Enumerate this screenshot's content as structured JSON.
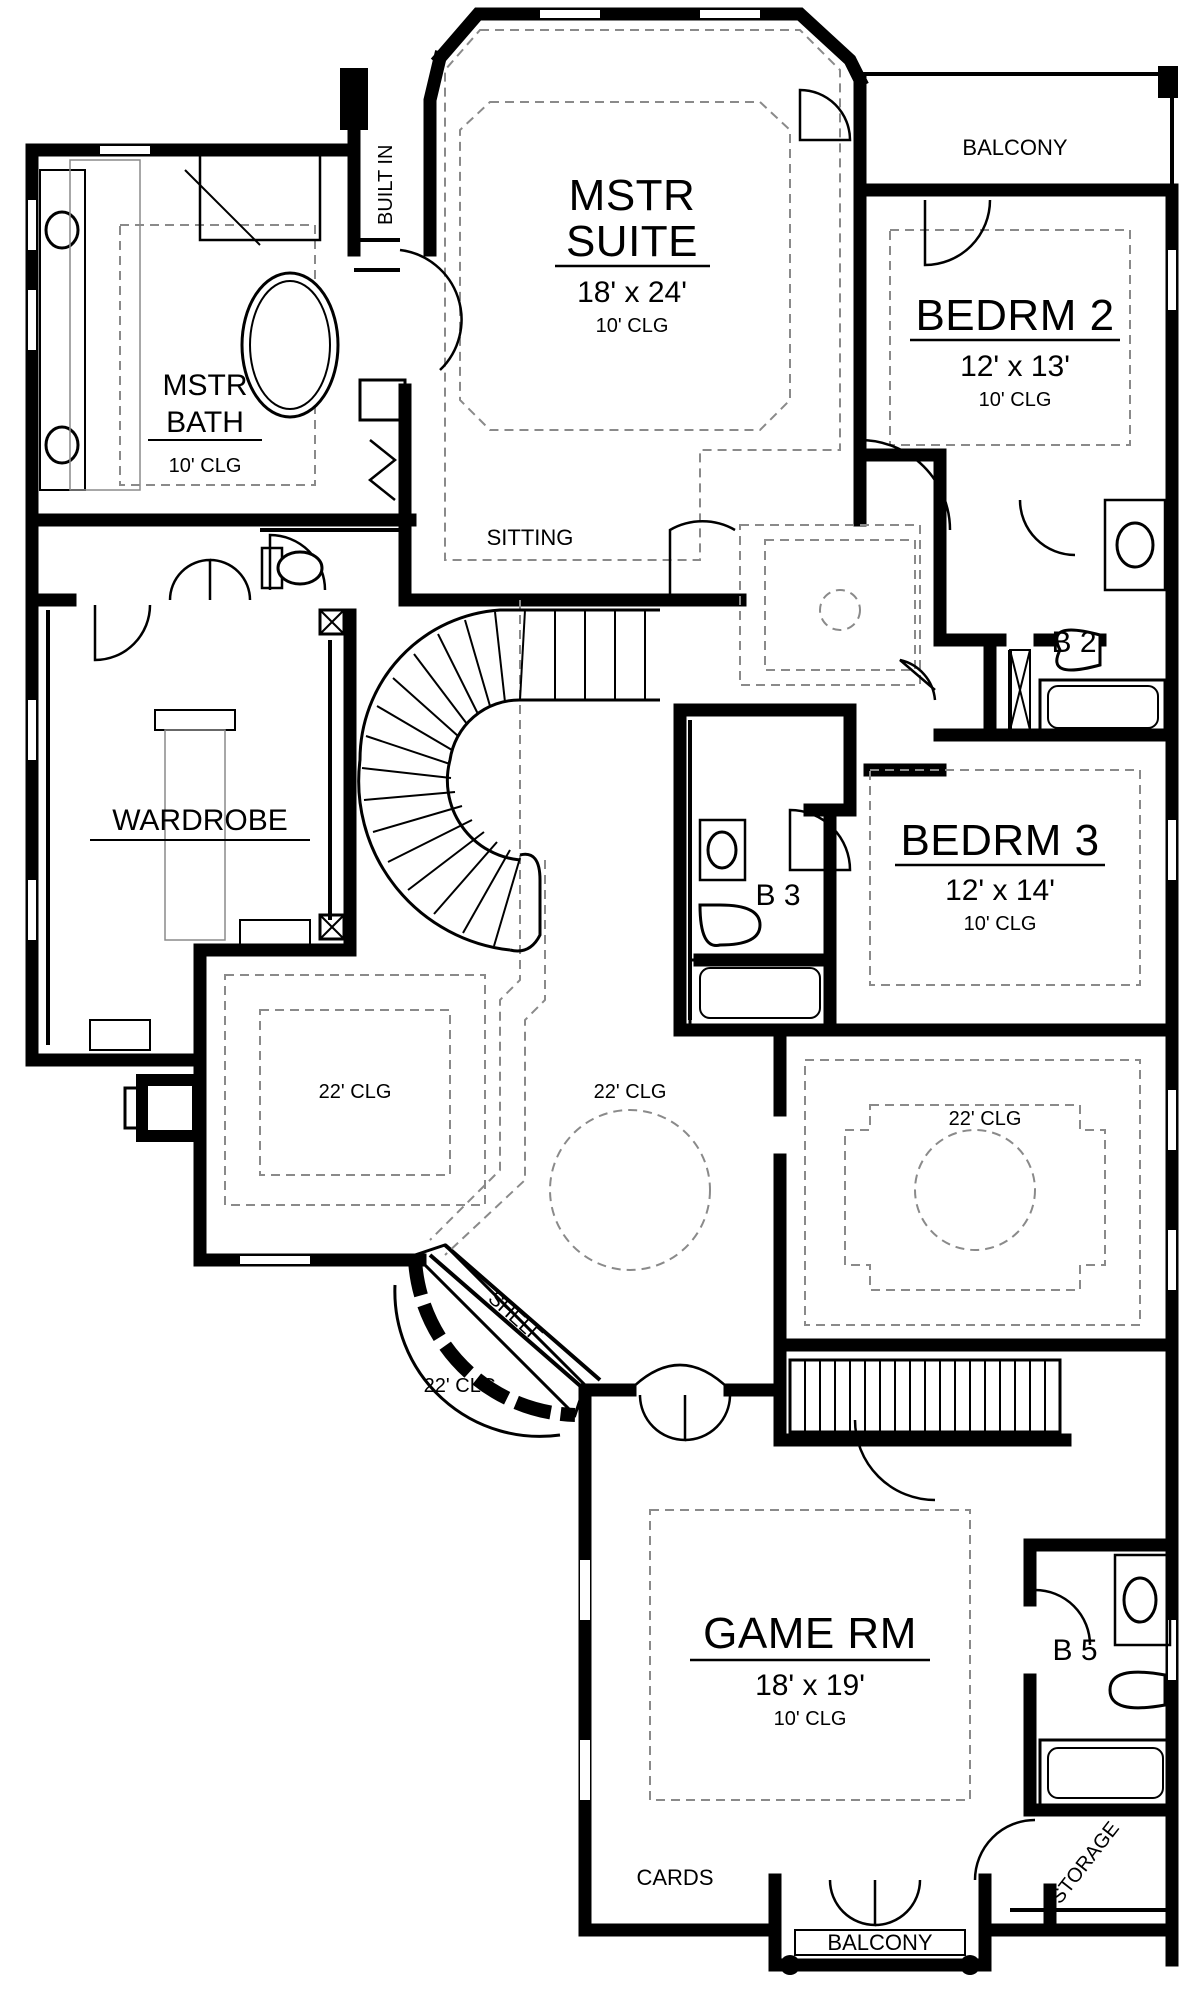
{
  "rooms": {
    "mstr_suite": {
      "name_line1": "MSTR",
      "name_line2": "SUITE",
      "size": "18' x 24'",
      "clg": "10' CLG"
    },
    "mstr_bath": {
      "name_line1": "MSTR",
      "name_line2": "BATH",
      "clg": "10' CLG"
    },
    "built_in": "BUILT IN",
    "sitting": "SITTING",
    "balcony_top": "BALCONY",
    "bedrm2": {
      "name": "BEDRM 2",
      "size": "12' x 13'",
      "clg": "10' CLG"
    },
    "b2": "B 2",
    "bedrm3": {
      "name": "BEDRM 3",
      "size": "12' x 14'",
      "clg": "10' CLG"
    },
    "b3": "B 3",
    "wardrobe": "WARDROBE",
    "left_room_clg": "22' CLG",
    "hall_clg": "22' CLG",
    "right_room_clg": "22' CLG",
    "round_clg": "22' CLG",
    "shelf": "SHELF",
    "game_rm": {
      "name": "GAME RM",
      "size": "18' x 19'",
      "clg": "10' CLG"
    },
    "b5": "B 5",
    "storage": "STORAGE",
    "cards": "CARDS",
    "balcony_bottom": "BALCONY"
  }
}
